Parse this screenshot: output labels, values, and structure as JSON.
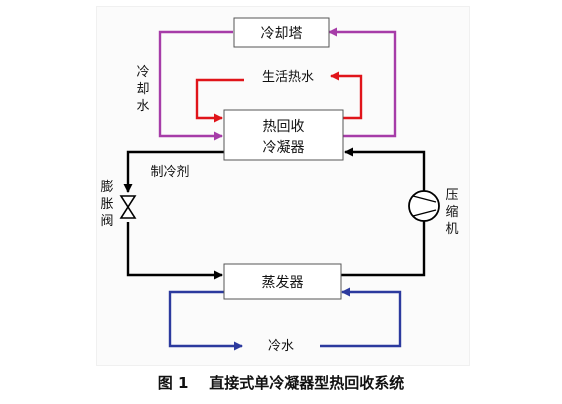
{
  "components": {
    "cooling_tower": "冷却塔",
    "condenser": [
      "热回收",
      "冷凝器"
    ],
    "evaporator": "蒸发器"
  },
  "labels": {
    "cooling_water": [
      "冷",
      "却",
      "水"
    ],
    "domestic_hot_water": "生活热水",
    "refrigerant": "制冷剂",
    "expansion_valve": [
      "膨",
      "胀",
      "阀"
    ],
    "compressor": [
      "压",
      "缩",
      "机"
    ],
    "chilled_water": "冷水"
  },
  "caption": "图 1    直接式单冷凝器型热回收系统",
  "colors": {
    "cooling_water_loop": "#a63ca8",
    "hot_water_loop": "#e0141a",
    "refrigerant_loop": "#000000",
    "chilled_water_loop": "#2c3a9e"
  }
}
